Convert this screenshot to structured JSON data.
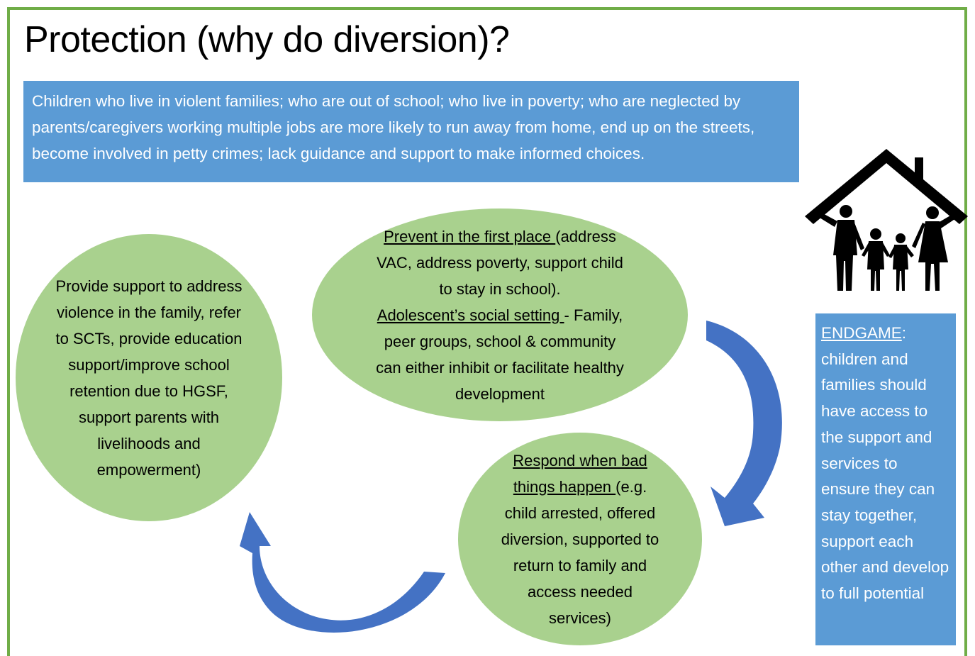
{
  "title": "Protection (why do diversion)?",
  "intro": "Children who live in violent families; who are out of school; who live in poverty; who are neglected by parents/caregivers working multiple jobs are more likely to run away from home, end up on the streets, become involved in petty crimes; lack guidance and support to make informed choices.",
  "prevent": {
    "heading": "Prevent in the first place ",
    "text1": "(address VAC, address poverty, support child to stay in school).",
    "heading2": "Adolescent’s social setting ",
    "text2": "- Family, peer groups, school & community can either inhibit or facilitate healthy development"
  },
  "respond": {
    "heading": "Respond when bad things happen ",
    "text": "(e.g. child arrested, offered diversion, supported to return to family and access needed services)"
  },
  "support": {
    "text": "Provide support to address violence in the family, refer to SCTs, provide education support/improve school retention due to HGSF, support parents with livelihoods and empowerment)"
  },
  "endgame": {
    "heading": "ENDGAME",
    "text": ": children and families should have access to the support and services to ensure they can stay together, support each other and develop to full potential"
  },
  "colors": {
    "frame": "#70ad47",
    "box_blue": "#5b9bd5",
    "ellipse_green": "#a9d18e",
    "arrow_blue": "#4472c4"
  },
  "icons": {
    "house": "family-house-icon",
    "arrow_down": "curved-arrow-down-icon",
    "arrow_up": "curved-arrow-up-icon"
  }
}
